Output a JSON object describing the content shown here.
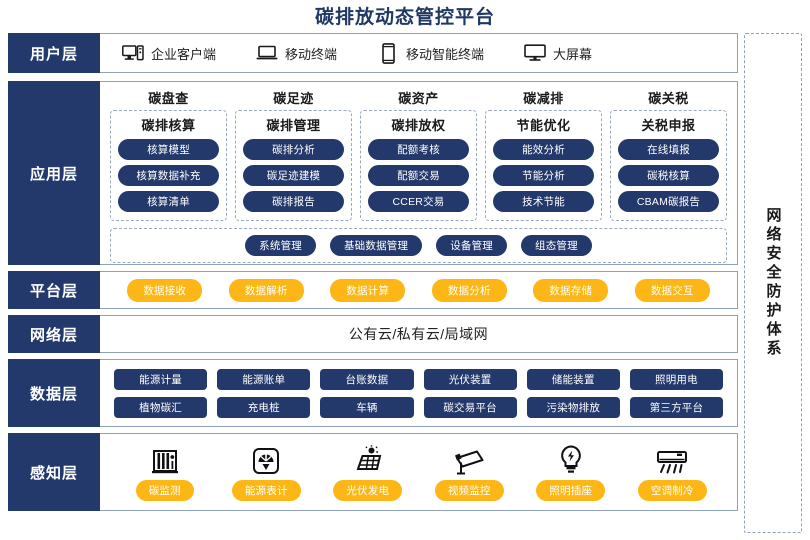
{
  "title": "碳排放动态管控平台",
  "security_panel": {
    "label": "网络安全防护体系",
    "icon": "shield-dashed-panel"
  },
  "colors": {
    "navy": "#23386b",
    "title_navy": "#1f3864",
    "amber": "#fcb716",
    "border_blue": "#8fa0bd",
    "dashed_gray": "#9aa7bd"
  },
  "layers": {
    "user": {
      "label": "用户层",
      "items": [
        {
          "label": "企业客户端",
          "icon": "desktop-tower-icon"
        },
        {
          "label": "移动终端",
          "icon": "laptop-icon"
        },
        {
          "label": "移动智能终端",
          "icon": "smartphone-icon"
        },
        {
          "label": "大屏幕",
          "icon": "monitor-icon"
        }
      ]
    },
    "application": {
      "label": "应用层",
      "columns": [
        {
          "title": "碳盘查",
          "group_title": "碳排核算",
          "items": [
            "核算模型",
            "核算数据补充",
            "核算清单"
          ]
        },
        {
          "title": "碳足迹",
          "group_title": "碳排管理",
          "items": [
            "碳排分析",
            "碳足迹建模",
            "碳排报告"
          ]
        },
        {
          "title": "碳资产",
          "group_title": "碳排放权",
          "items": [
            "配额考核",
            "配额交易",
            "CCER交易"
          ]
        },
        {
          "title": "碳减排",
          "group_title": "节能优化",
          "items": [
            "能效分析",
            "节能分析",
            "技术节能"
          ]
        },
        {
          "title": "碳关税",
          "group_title": "关税申报",
          "items": [
            "在线填报",
            "碳税核算",
            "CBAM碳报告"
          ]
        }
      ],
      "management": [
        "系统管理",
        "基础数据管理",
        "设备管理",
        "组态管理"
      ]
    },
    "platform": {
      "label": "平台层",
      "items": [
        "数据接收",
        "数据解析",
        "数据计算",
        "数据分析",
        "数据存储",
        "数据交互"
      ]
    },
    "network": {
      "label": "网络层",
      "text": "公有云/私有云/局域网"
    },
    "data": {
      "label": "数据层",
      "rows": [
        [
          "能源计量",
          "能源账单",
          "台账数据",
          "光伏装置",
          "储能装置",
          "照明用电"
        ],
        [
          "植物碳汇",
          "充电桩",
          "车辆",
          "碳交易平台",
          "污染物排放",
          "第三方平台"
        ]
      ]
    },
    "perception": {
      "label": "感知层",
      "items": [
        {
          "label": "碳监测",
          "icon": "factory-icon"
        },
        {
          "label": "能源表计",
          "icon": "gauge-meter-icon"
        },
        {
          "label": "光伏发电",
          "icon": "solar-panel-icon"
        },
        {
          "label": "视频监控",
          "icon": "cctv-camera-icon"
        },
        {
          "label": "照明插座",
          "icon": "lightbulb-bolt-icon"
        },
        {
          "label": "空调制冷",
          "icon": "air-conditioner-icon"
        }
      ]
    }
  }
}
